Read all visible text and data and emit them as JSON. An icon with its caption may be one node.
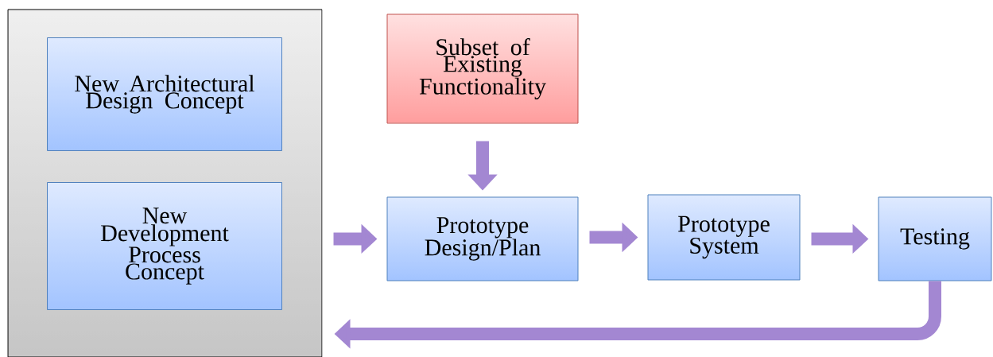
{
  "diagram": {
    "nodes": [
      {
        "text": [],
        "shape": "box"
      },
      {
        "text": [
          "New Architectural Design Concept"
        ],
        "in": 0
      },
      {
        "text": [
          "New Development Process Concept"
        ],
        "in": 0
      },
      {
        "text": [
          "Subset of Existing Functionality"
        ]
      },
      {
        "text": [
          "Prototype Design/Plan"
        ]
      },
      {
        "text": [
          "Prototype System"
        ]
      },
      {
        "text": [
          "Testing"
        ]
      }
    ],
    "edges": [
      {
        "from": 3,
        "to": 4,
        "arrow": "to"
      },
      {
        "from": 0,
        "to": 4,
        "arrow": "to"
      },
      {
        "from": 4,
        "to": 5,
        "arrow": "to"
      },
      {
        "from": 5,
        "to": 6,
        "arrow": "to"
      },
      {
        "from": 6,
        "to": 0,
        "arrow": "to"
      }
    ]
  }
}
